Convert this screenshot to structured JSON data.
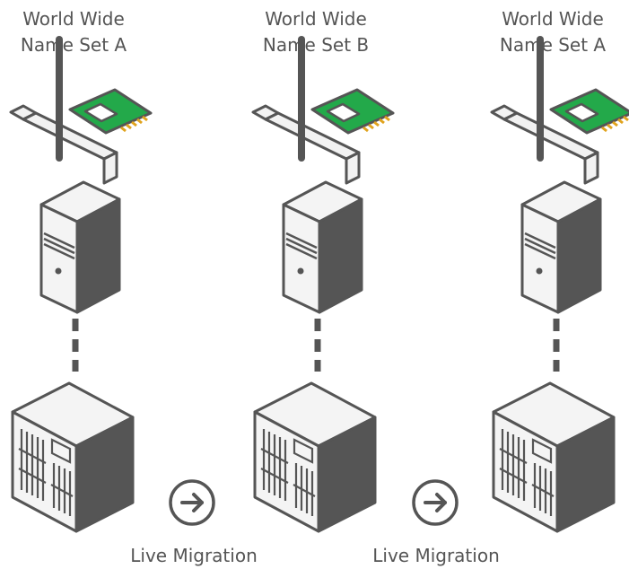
{
  "columns": [
    {
      "title_line1": "World Wide",
      "title_line2": "Name Set A"
    },
    {
      "title_line1": "World Wide",
      "title_line2": "Name Set B"
    },
    {
      "title_line1": "World Wide",
      "title_line2": "Name Set A"
    }
  ],
  "migrations": [
    {
      "label": "Live Migration",
      "icon": "right-arrow-circle-icon"
    },
    {
      "label": "Live Migration",
      "icon": "right-arrow-circle-icon"
    }
  ],
  "colors": {
    "text": "#555555",
    "icon_dark": "#555555",
    "icon_light": "#f4f4f4",
    "card_board": "#23a94a",
    "card_contacts": "#e0a31e",
    "bracket": "#f2f2f2"
  }
}
